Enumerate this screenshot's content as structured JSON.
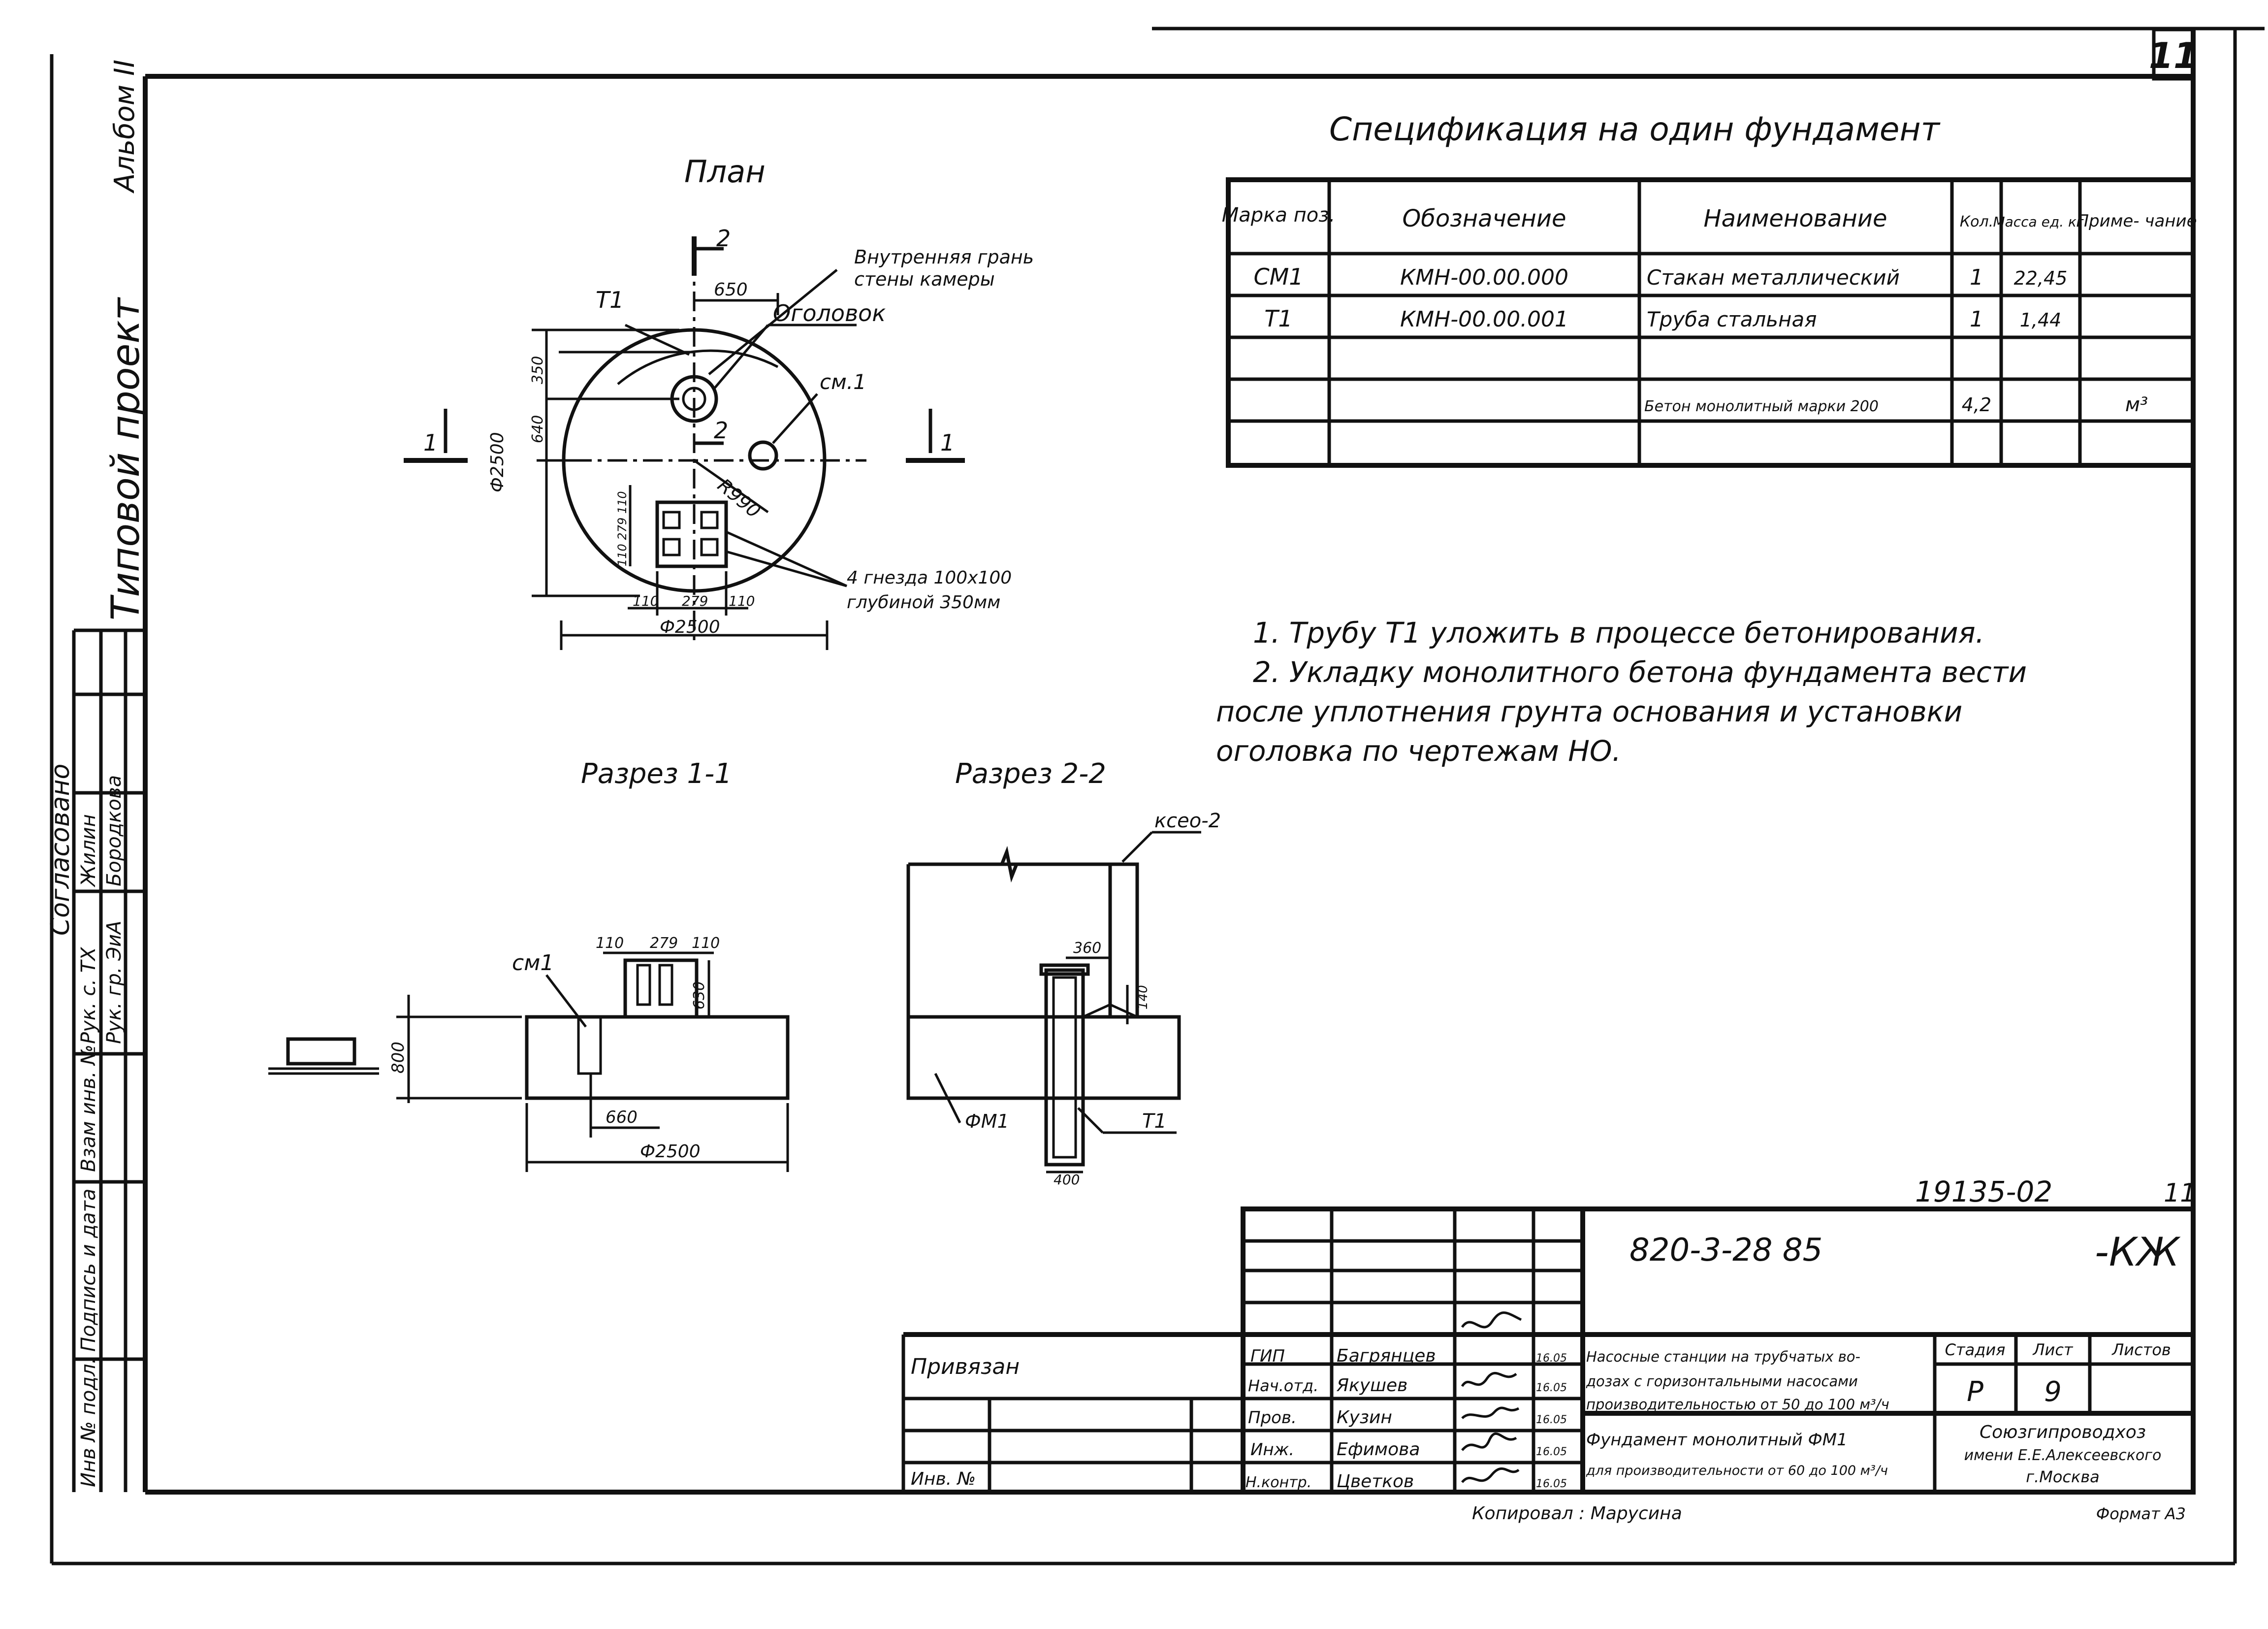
{
  "sheet": {
    "number": "11",
    "album": "Альбом II",
    "project_type": "Типовой проект",
    "left_column": {
      "agreed_header": "Согласовано",
      "roles": [
        "Рук. с. ТХ",
        "Рук. гр. ЭиА"
      ],
      "names": [
        "Жилин",
        "Бородкова"
      ],
      "fields": [
        "Взам инв. №",
        "Подпись и дата",
        "Инв № подл."
      ]
    }
  },
  "plan": {
    "title": "План",
    "labels": {
      "inner_edge_1": "Внутренняя грань",
      "inner_edge_2": "стены камеры",
      "t1": "Т1",
      "head": "Оголовок",
      "sm1": "см.1",
      "r": "R990",
      "nests_1": "4 гнезда 100х100",
      "nests_2": "глубиной 350мм",
      "section1": "1",
      "section2": "2"
    },
    "dims": {
      "d650": "650",
      "d350": "350",
      "d640": "640",
      "dia_v": "Ф2500",
      "dia_h": "Ф2500",
      "d110a": "110",
      "d279": "279",
      "d110b": "110",
      "v_small": "110 279 110"
    }
  },
  "section_1_1": {
    "title": "Разрез 1-1",
    "labels": {
      "sm1": "см1"
    },
    "dims": {
      "d110a": "110",
      "d279": "279",
      "d110b": "110",
      "d630": "630",
      "d800": "800",
      "d660": "660",
      "dia": "Ф2500"
    }
  },
  "section_2_2": {
    "title": "Разрез 2-2",
    "labels": {
      "kseo": "ксео-2",
      "fm1": "ФМ1",
      "t1": "Т1"
    },
    "dims": {
      "d360": "360",
      "d400": "400",
      "d140": "140"
    }
  },
  "spec": {
    "title": "Спецификация на один фундамент",
    "headers": [
      "Марка поз.",
      "Обозначение",
      "Наименование",
      "Кол.",
      "Масса ед. кг.",
      "Приме- чание"
    ],
    "rows": [
      [
        "СМ1",
        "КМН-00.00.000",
        "Стакан металлический",
        "1",
        "22,45",
        ""
      ],
      [
        "Т1",
        "КМН-00.00.001",
        "Труба стальная",
        "1",
        "1,44",
        ""
      ],
      [
        "",
        "",
        "",
        "",
        "",
        ""
      ],
      [
        "",
        "",
        "Бетон монолитный марки 200",
        "4,2",
        "",
        "м³"
      ],
      [
        "",
        "",
        "",
        "",
        "",
        ""
      ]
    ]
  },
  "notes": {
    "lines": [
      "1. Трубу Т1 уложить в процессе бетонирования.",
      "2. Укладку монолитного бетона фундамента вести",
      "после уплотнения грунта основания и установки",
      "оголовка по чертежам НО."
    ]
  },
  "stamp": {
    "doc_number": "19135-02",
    "doc_sheet": "11",
    "code": "820-3-28 85",
    "suffix": "-КЖ",
    "bound": "Привязан",
    "inv_no": "Инв. №",
    "roles": [
      "ГИП",
      "Нач.отд.",
      "Пров.",
      "Инж.",
      "Н.контр."
    ],
    "names": [
      "Багрянцев",
      "Якушев",
      "Кузин",
      "Ефимова",
      "Цветков"
    ],
    "dates": [
      "16.05",
      "16.05",
      "16.05",
      "16.05",
      "16.05"
    ],
    "title_lines": [
      "Насосные станции на трубчатых во-",
      "дозах с горизонтальными насосами",
      "производительностью от 50 до 100 м³/ч"
    ],
    "sheet_title_lines": [
      "Фундамент монолитный ФМ1",
      "для производительности от 60 до 100 м³/ч"
    ],
    "stage_header": "Стадия",
    "sheet_header": "Лист",
    "sheets_header": "Листов",
    "stage": "Р",
    "sheet_no": "9",
    "org_lines": [
      "Союзгипроводхоз",
      "имени Е.Е.Алексеевского",
      "г.Москва"
    ],
    "copied": "Копировал : Марусина",
    "format": "Формат А3"
  }
}
